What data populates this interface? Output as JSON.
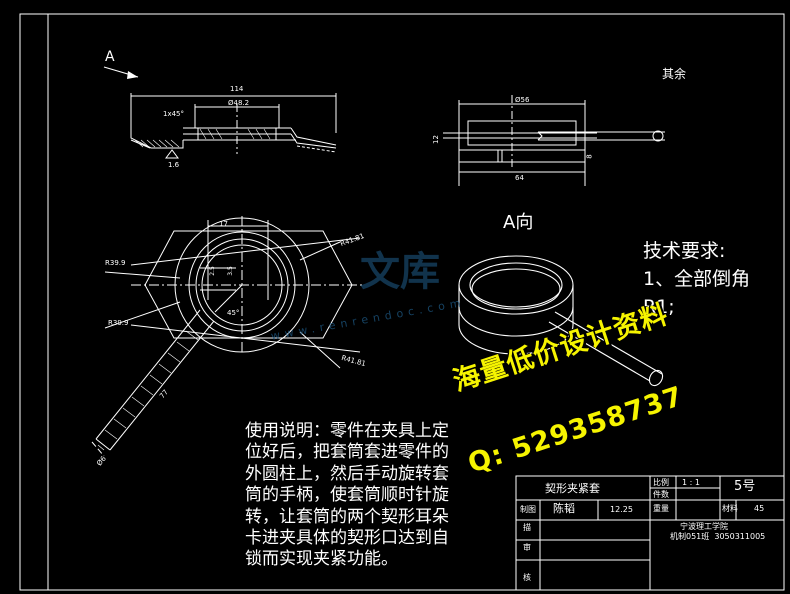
{
  "view_labels": {
    "view_a_arrow": "A",
    "view_a_title": "A向",
    "other": "其余"
  },
  "dimensions": {
    "width_114": "114",
    "dia_48_2": "Ø48.2",
    "chamfer": "1x45°",
    "roughness": "1.6",
    "dia_56": "Ø56",
    "length_64": "64",
    "h_12": "12",
    "h_8": "8",
    "w_17": "17",
    "r41_81_top": "R41.81",
    "r39_9_top": "R39.9",
    "r39_9_bottom": "R39.9",
    "r41_81_bottom": "R41.81",
    "d_2": "2.5",
    "d_3": "3.5",
    "angle_45": "45°",
    "len_77": "77",
    "dia_6": "Ø6"
  },
  "tech_requirements": {
    "title": "技术要求:",
    "line1": "1、全部倒角",
    "line2": "R1;"
  },
  "usage_note": "使用说明：零件在夹具上定位好后，把套筒套进零件的外圆柱上，然后手动旋转套筒的手柄，使套筒顺时针旋转，让套筒的两个契形耳朵卡进夹具体的契形口达到自锁而实现夹紧功能。",
  "watermark": {
    "brand": "文库",
    "url": "www.renrendoc.com"
  },
  "promo": {
    "line1": "海量低价设计资料",
    "line2": "Q: 529358737"
  },
  "title_block": {
    "part_name": "契形夹紧套",
    "scale_label": "比例",
    "scale_value": "1 : 1",
    "qty_label": "件数",
    "weight_label": "重量",
    "sheet_no": "5号",
    "drawn_label": "制图",
    "drawer": "陈韬",
    "date": "12.25",
    "material_label": "材料",
    "material_value": "45",
    "school": "宁波理工学院",
    "class_info": "机制051班  3050311005",
    "design_label": "描",
    "review_label": "审",
    "check_label": "核"
  }
}
